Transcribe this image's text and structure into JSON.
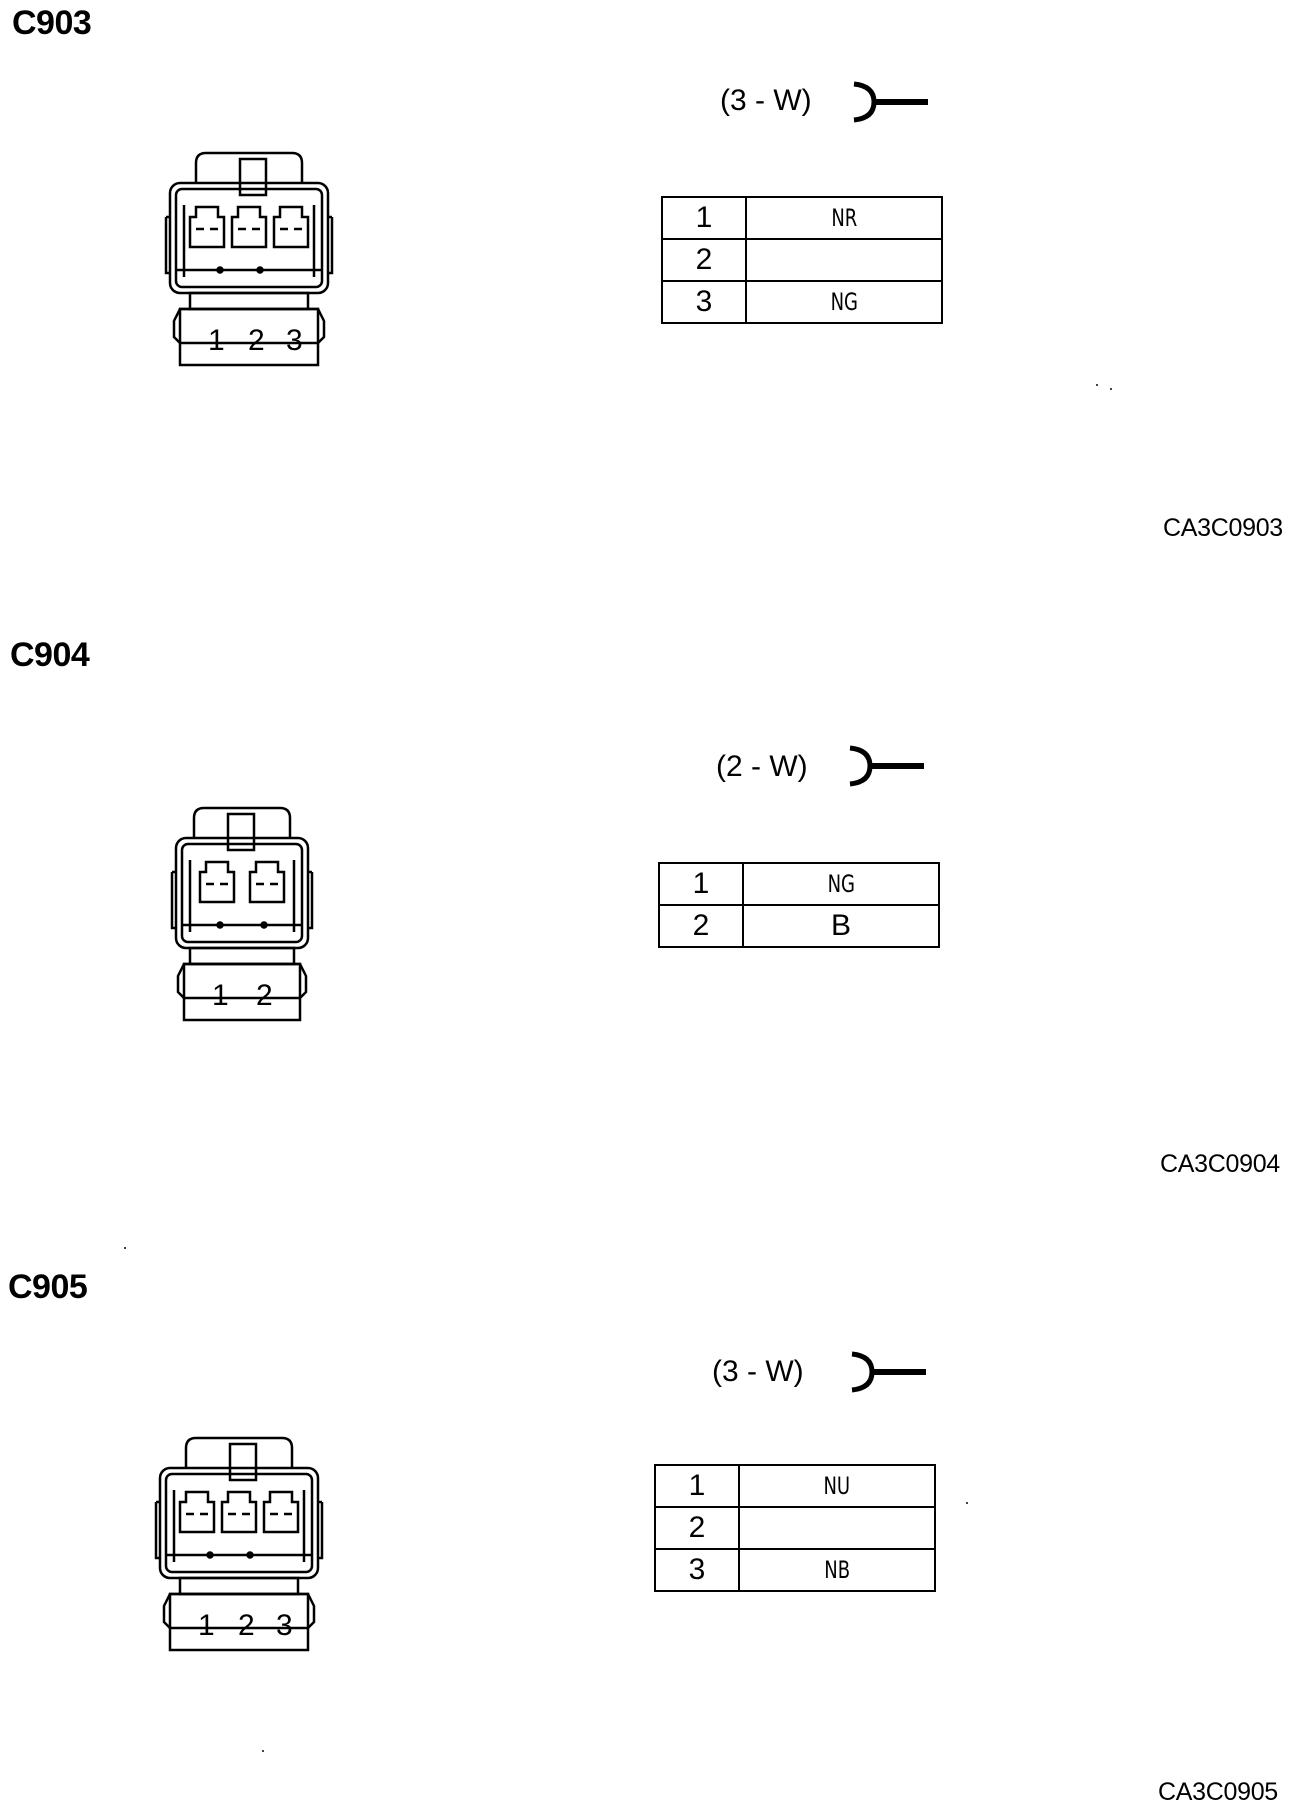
{
  "connectors": [
    {
      "id": "C903",
      "spec": "(3 - W)",
      "pin_labels": [
        "1",
        "2",
        "3"
      ],
      "pins": [
        {
          "pin": "1",
          "wire": "NR"
        },
        {
          "pin": "2",
          "wire": ""
        },
        {
          "pin": "3",
          "wire": "NG"
        }
      ],
      "ref": "CA3C0903"
    },
    {
      "id": "C904",
      "spec": "(2 - W)",
      "pin_labels": [
        "1",
        "2"
      ],
      "pins": [
        {
          "pin": "1",
          "wire": "NG"
        },
        {
          "pin": "2",
          "wire": "B"
        }
      ],
      "ref": "CA3C0904"
    },
    {
      "id": "C905",
      "spec": "(3 - W)",
      "pin_labels": [
        "1",
        "2",
        "3"
      ],
      "pins": [
        {
          "pin": "1",
          "wire": "NU"
        },
        {
          "pin": "2",
          "wire": ""
        },
        {
          "pin": "3",
          "wire": "NB"
        }
      ],
      "ref": "CA3C0905"
    }
  ],
  "icons": {
    "plug": "plug-connector-icon"
  }
}
